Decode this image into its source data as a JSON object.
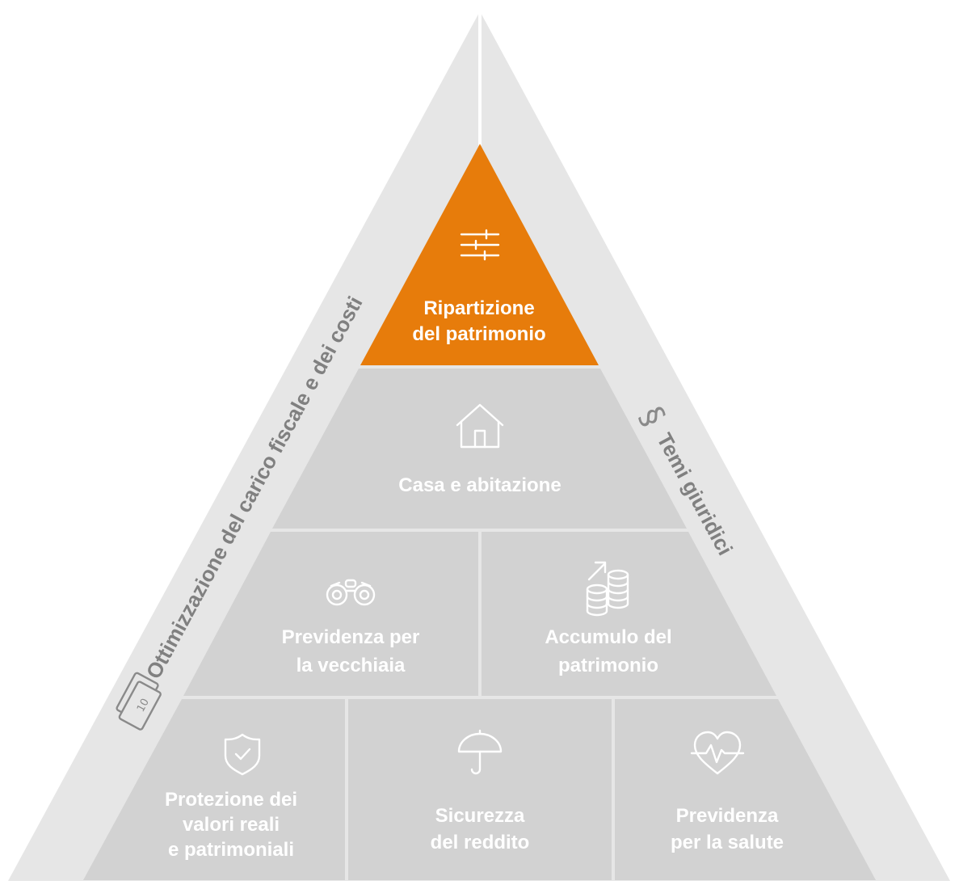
{
  "colors": {
    "outer": "#e6e6e6",
    "tile": "#d2d2d2",
    "accent": "#e77c0b",
    "divider": "#ffffff",
    "tile_text": "#ffffff",
    "side_text": "#808080"
  },
  "side_labels": {
    "left": "Ottimizzazione del carico fiscale e dei costi",
    "right": "Temi giuridici"
  },
  "side_icons": {
    "left": "tax-document-icon",
    "right": "section-sign-icon"
  },
  "tiers": {
    "top": {
      "icon": "sliders-icon",
      "lines": [
        "Ripartizione",
        "del patrimonio"
      ]
    },
    "second": {
      "icon": "house-icon",
      "lines": [
        "Casa e abitazione"
      ]
    },
    "third": [
      {
        "icon": "binoculars-icon",
        "lines": [
          "Previdenza per",
          "la vecchiaia"
        ]
      },
      {
        "icon": "coins-growth-icon",
        "lines": [
          "Accumulo del",
          "patrimonio"
        ]
      }
    ],
    "bottom": [
      {
        "icon": "shield-check-icon",
        "lines": [
          "Protezione dei",
          "valori reali",
          "e patrimoniali"
        ]
      },
      {
        "icon": "umbrella-icon",
        "lines": [
          "Sicurezza",
          "del reddito"
        ]
      },
      {
        "icon": "heart-pulse-icon",
        "lines": [
          "Previdenza",
          "per la salute"
        ]
      }
    ]
  }
}
